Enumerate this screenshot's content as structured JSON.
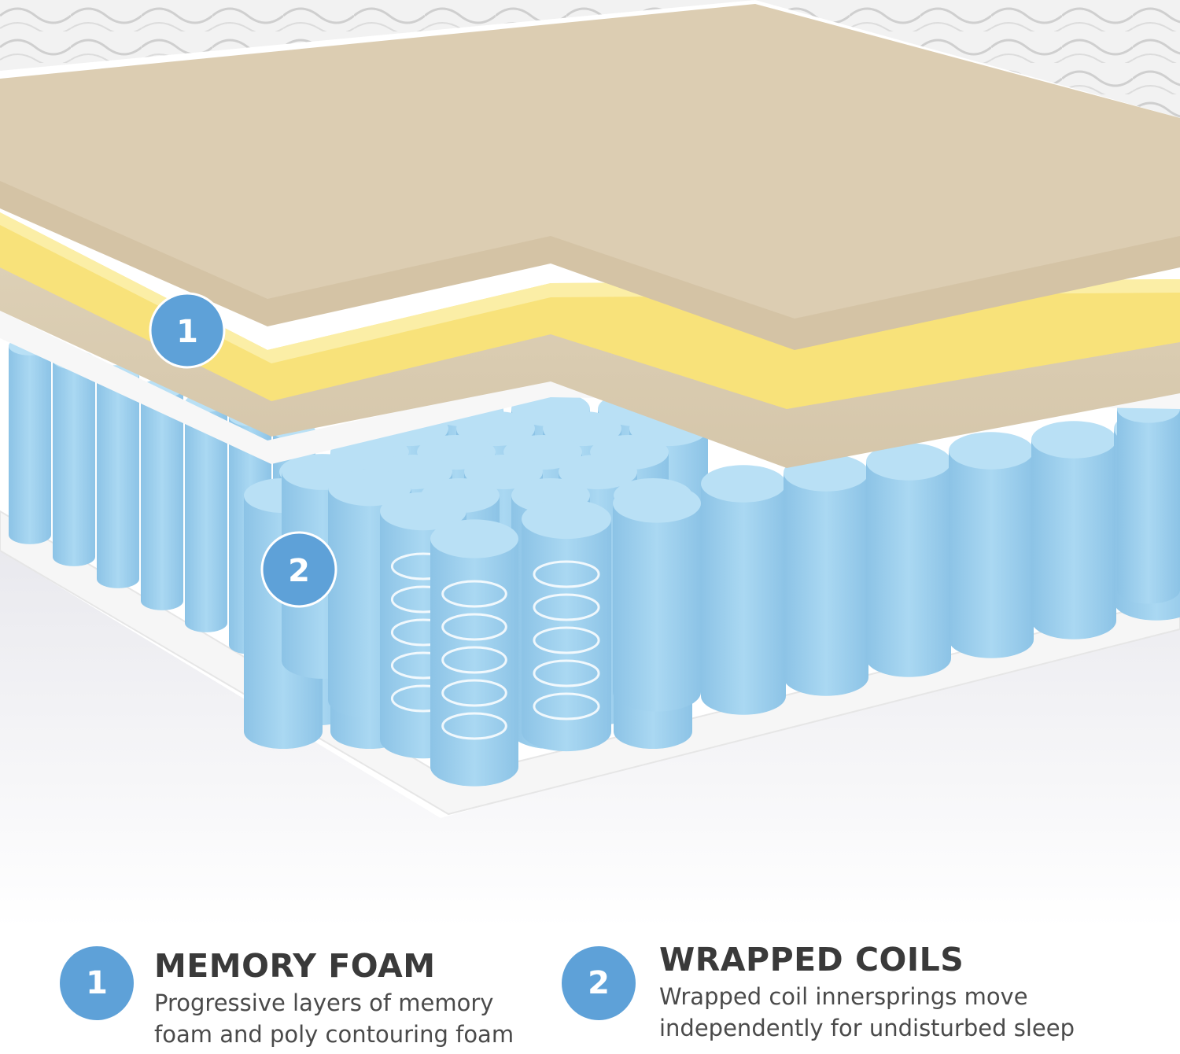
{
  "markers": [
    {
      "number": "1",
      "color": "#5ea1d8"
    },
    {
      "number": "2",
      "color": "#5ea1d8"
    }
  ],
  "legend": [
    {
      "number": "1",
      "title": "MEMORY FOAM",
      "description_lines": [
        "Progressive layers of memory",
        "foam and poly contouring foam"
      ]
    },
    {
      "number": "2",
      "title": "WRAPPED COILS",
      "description_lines": [
        "Wrapped coil innersprings move",
        "independently for undisturbed sleep"
      ]
    }
  ],
  "colors": {
    "comfort_foam": "#dccdb2",
    "memory_foam": "#f8e27a",
    "coil_blue": "#9fd0ef",
    "base_white": "#fbfbfb",
    "badge_blue": "#5ea1d8",
    "title_text": "#3a3a3a"
  }
}
